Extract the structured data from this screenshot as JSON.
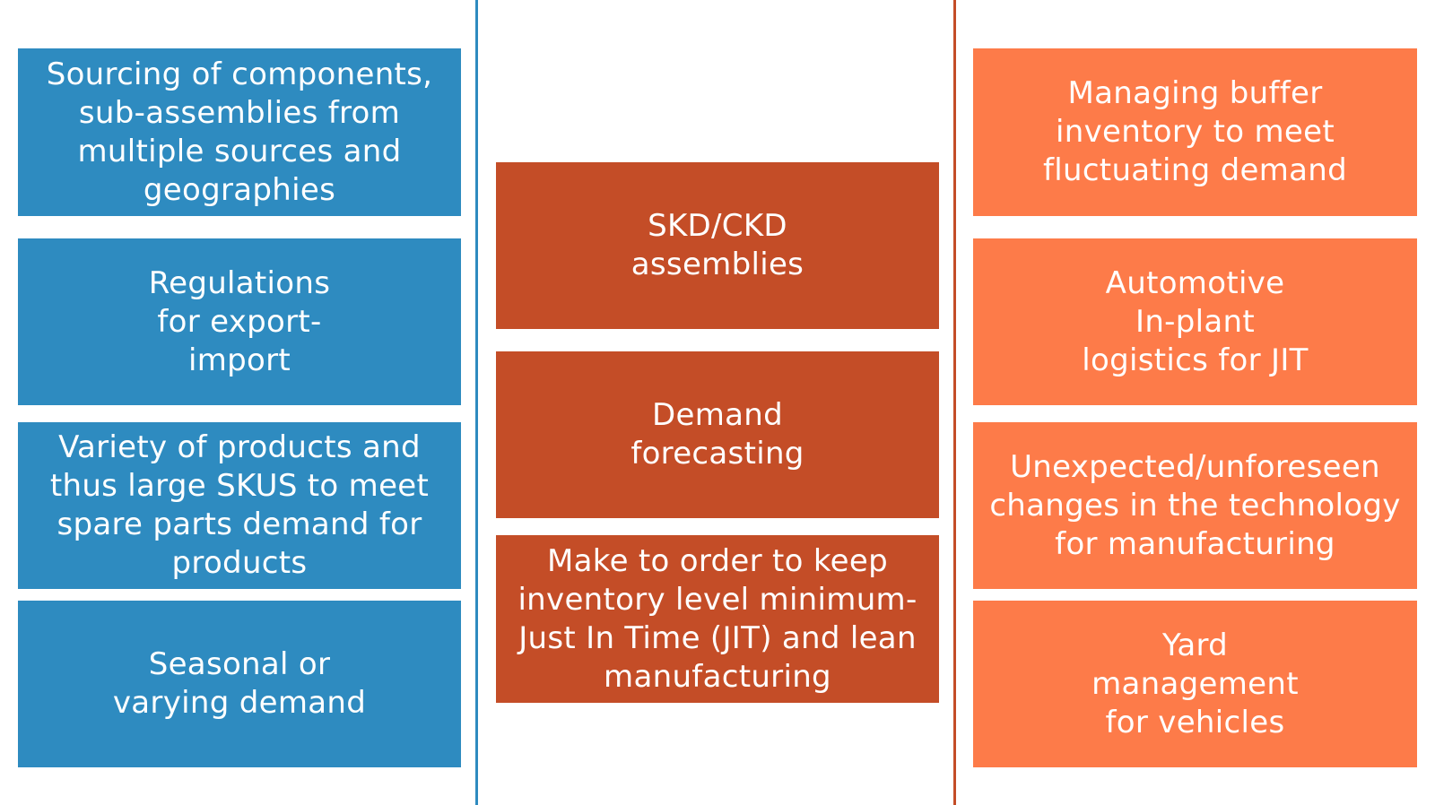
{
  "colors": {
    "left_column": "#2e8bc0",
    "middle_column": "#c44d27",
    "right_column": "#fd7b49",
    "text": "#ffffff",
    "background": "#ffffff"
  },
  "left": [
    "Sourcing of components, sub-assemblies from multiple sources and geographies",
    "Regulations for export-import",
    "Variety of products and thus large SKUS to meet spare parts demand for products",
    "Seasonal or varying demand"
  ],
  "middle": [
    "SKD/CKD assemblies",
    "Demand forecasting",
    "Make to order to keep inventory level minimum-Just In Time (JIT) and lean manufacturing"
  ],
  "right": [
    "Managing buffer inventory to meet fluctuating demand",
    "Automotive In-plant logistics for JIT",
    "Unexpected/unforeseen changes in the technology for manufacturing",
    "Yard management for vehicles"
  ]
}
